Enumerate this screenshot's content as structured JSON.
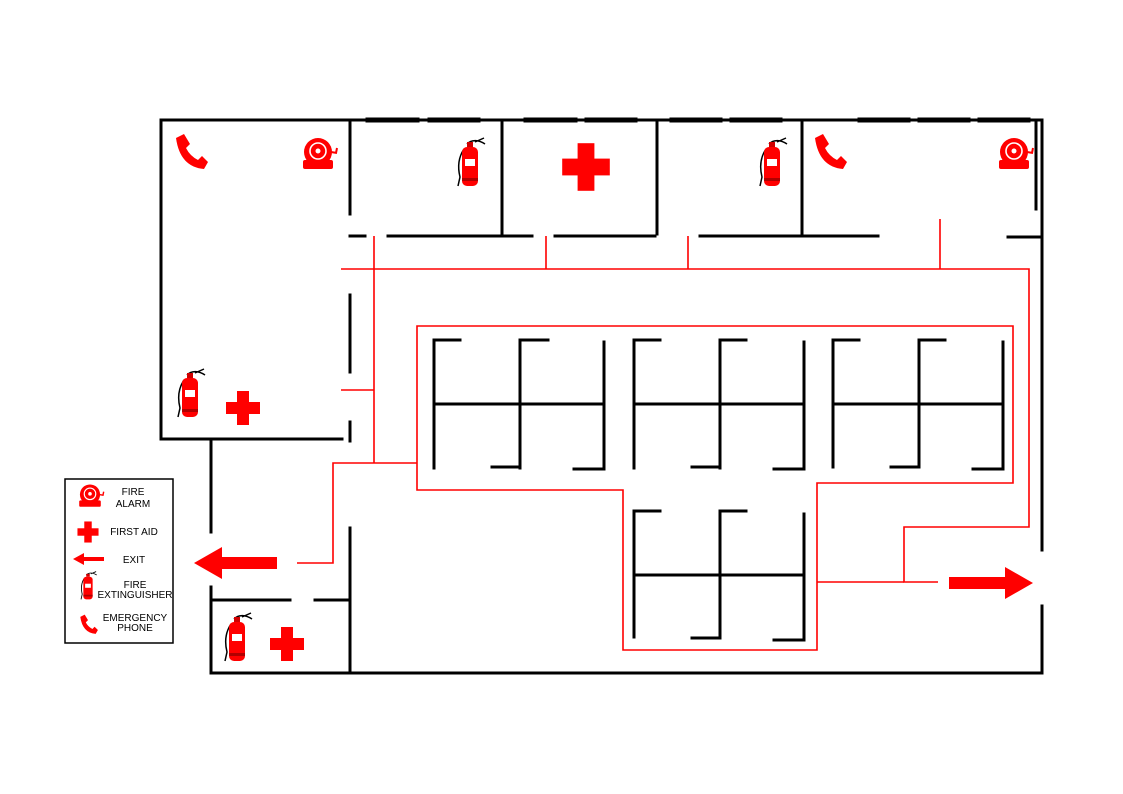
{
  "colors": {
    "wall": "#000000",
    "route": "#ff0000",
    "symbol": "#ff0000",
    "background": "#ffffff"
  },
  "legend": {
    "items": [
      {
        "icon": "fire-alarm-icon",
        "lines": [
          "FIRE",
          "ALARM"
        ]
      },
      {
        "icon": "first-aid-icon",
        "lines": [
          "FIRST AID"
        ]
      },
      {
        "icon": "exit-arrow-icon",
        "lines": [
          "EXIT"
        ]
      },
      {
        "icon": "fire-extinguisher-icon",
        "lines": [
          "FIRE",
          "EXTINGUISHER"
        ]
      },
      {
        "icon": "emergency-phone-icon",
        "lines": [
          "EMERGENCY",
          "PHONE"
        ]
      }
    ]
  }
}
